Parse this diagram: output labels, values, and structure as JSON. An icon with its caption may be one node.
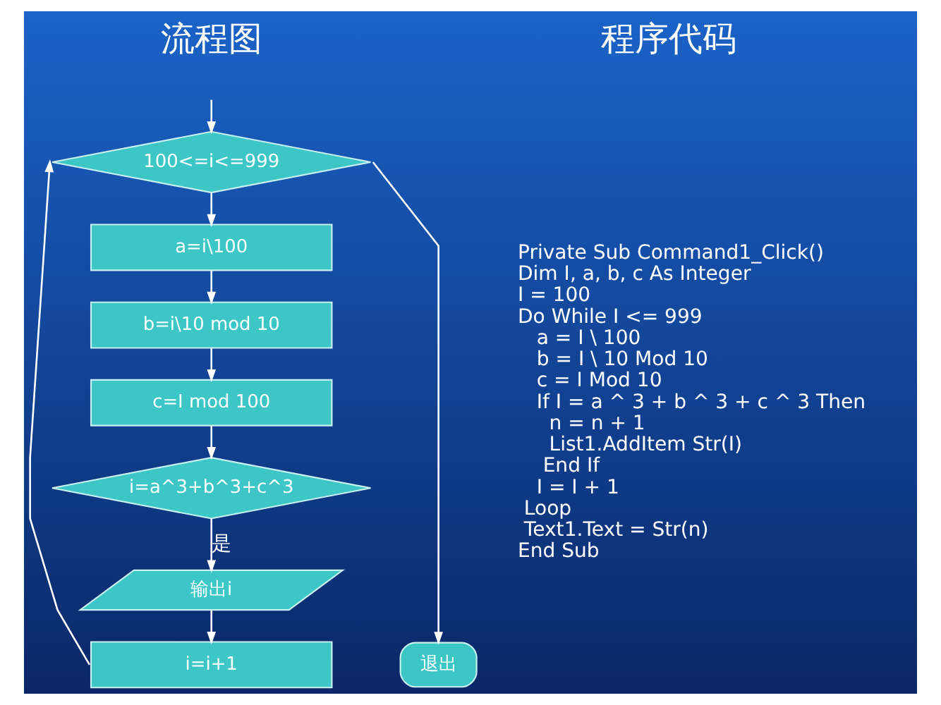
{
  "diagram": {
    "nodes": [
      {
        "text": [
          "100<=i<=999"
        ]
      },
      {
        "text": [
          "a=i\\100"
        ]
      },
      {
        "text": [
          "b=i\\10 mod 10"
        ]
      },
      {
        "text": [
          "c=I mod 100"
        ]
      },
      {
        "text": [
          "i=a^3+b^3+c^3"
        ]
      },
      {
        "text": [
          "输出i"
        ]
      },
      {
        "text": [
          "i=i+1"
        ]
      },
      {
        "text": [
          "退出"
        ]
      }
    ],
    "edges": [
      {
        "from": null,
        "to": 0,
        "arrow": "to"
      },
      {
        "from": 0,
        "to": 1,
        "arrow": "to"
      },
      {
        "from": 1,
        "to": 2,
        "arrow": "to"
      },
      {
        "from": 2,
        "to": 3,
        "arrow": "to"
      },
      {
        "from": 3,
        "to": 4,
        "arrow": "to"
      },
      {
        "from": 4,
        "to": 5,
        "arrow": "to",
        "label": "是"
      },
      {
        "from": 5,
        "to": 6,
        "arrow": "to"
      },
      {
        "from": 6,
        "to": 0,
        "arrow": "to"
      },
      {
        "from": 0,
        "to": 7,
        "arrow": "to"
      }
    ],
    "labels": [
      "流程图",
      "程序代码",
      "Private Sub Command1_Click()",
      "Dim I, a, b, c As Integer",
      "I = 100",
      "Do While I <= 999",
      "   a = I \\ 100",
      "   b = I \\ 10 Mod 10",
      "   c = I Mod 10",
      "   If I = a ^ 3 + b ^ 3 + c ^ 3 Then",
      "     n = n + 1",
      "     List1.AddItem Str(I)",
      "    End If",
      "   I = I + 1",
      " Loop",
      " Text1.Text = Str(n)",
      "End Sub"
    ]
  }
}
